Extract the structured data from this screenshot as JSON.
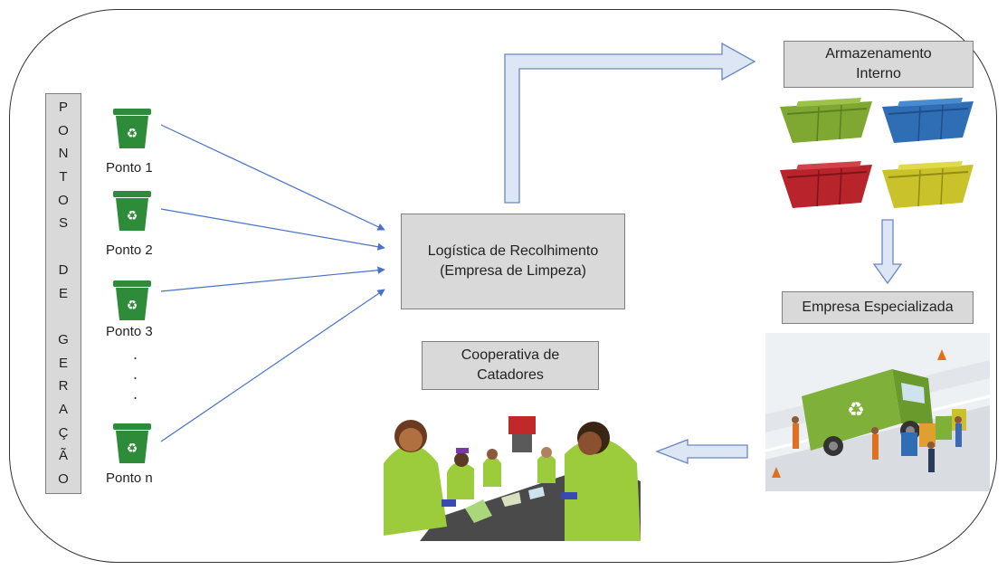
{
  "frame_title": "",
  "vertical_label": [
    "P",
    "O",
    "N",
    "T",
    "O",
    "S",
    "",
    "D",
    "E",
    "",
    "G",
    "E",
    "R",
    "A",
    "Ç",
    "Ã",
    "O"
  ],
  "pontos": [
    {
      "label": "Ponto 1"
    },
    {
      "label": "Ponto 2"
    },
    {
      "label": "Ponto 3"
    },
    {
      "label": "Ponto n"
    }
  ],
  "ellipsis": [
    ".",
    ".",
    "."
  ],
  "logistica": {
    "line1": "Logística de Recolhimento",
    "line2": "(Empresa de Limpeza)"
  },
  "armazenamento": {
    "line1": "Armazenamento",
    "line2": "Interno"
  },
  "empresa": {
    "label": "Empresa Especializada"
  },
  "cooperativa": {
    "line1": "Cooperativa de",
    "line2": "Catadores"
  },
  "colors": {
    "bin_green": "#2e8b3a",
    "arrow_blue": "#4a72c4",
    "block_arrow_fill": "#dce6f5",
    "block_arrow_stroke": "#6b86c2",
    "skip_green": "#7fa832",
    "skip_blue": "#2f6db5",
    "skip_red": "#b8242c",
    "skip_yellow": "#c9c22a"
  }
}
